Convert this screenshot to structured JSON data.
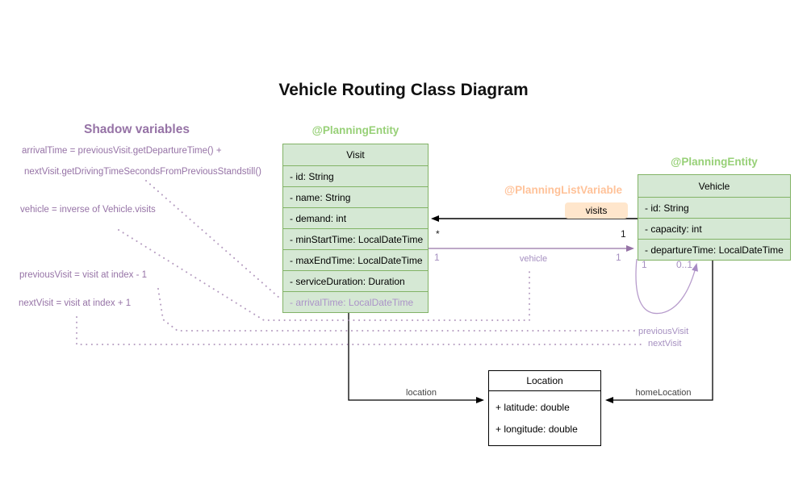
{
  "title": "Vehicle Routing Class Diagram",
  "colors": {
    "class_fill_green": "#d5e8d4",
    "class_border_green": "#82b366",
    "stereotype_green": "#97d077",
    "stereotype_orange": "#ffc299",
    "label_fill_orange": "#ffe6cc",
    "shadow_purple": "#9673a6",
    "light_purple": "#a58fc0",
    "black": "#000000"
  },
  "shadow_panel": {
    "heading": "Shadow variables",
    "annotations": [
      "arrivalTime = previousVisit.getDepartureTime() +",
      "nextVisit.getDrivingTimeSecondsFromPreviousStandstill()",
      "vehicle = inverse of Vehicle.visits",
      "previousVisit = visit at index - 1",
      "nextVisit = visit at index + 1"
    ]
  },
  "classes": {
    "visit": {
      "stereotype": "@PlanningEntity",
      "name": "Visit",
      "fields": [
        "- id: String",
        "- name: String",
        "- demand: int",
        "- minStartTime: LocalDateTime",
        "- maxEndTime: LocalDateTime",
        "- serviceDuration: Duration",
        "- arrivalTime: LocalDateTime"
      ]
    },
    "vehicle": {
      "stereotype": "@PlanningEntity",
      "name": "Vehicle",
      "fields": [
        "- id: String",
        "- capacity: int",
        "- departureTime: LocalDateTime"
      ]
    },
    "location": {
      "name": "Location",
      "fields": [
        "+ latitude: double",
        "+ longitude: double"
      ]
    }
  },
  "associations": {
    "visits": {
      "stereotype": "@PlanningListVariable",
      "label": "visits",
      "mult_visit_end": "*",
      "mult_vehicle_end": "1"
    },
    "vehicle": {
      "label": "vehicle",
      "mult_visit_end": "1",
      "mult_vehicle_end": "1"
    },
    "self_loop": {
      "mult_start": "1",
      "mult_end": "0..1",
      "label_previous": "previousVisit",
      "label_next": "nextVisit"
    },
    "location": {
      "label": "location"
    },
    "home_location": {
      "label": "homeLocation"
    }
  }
}
